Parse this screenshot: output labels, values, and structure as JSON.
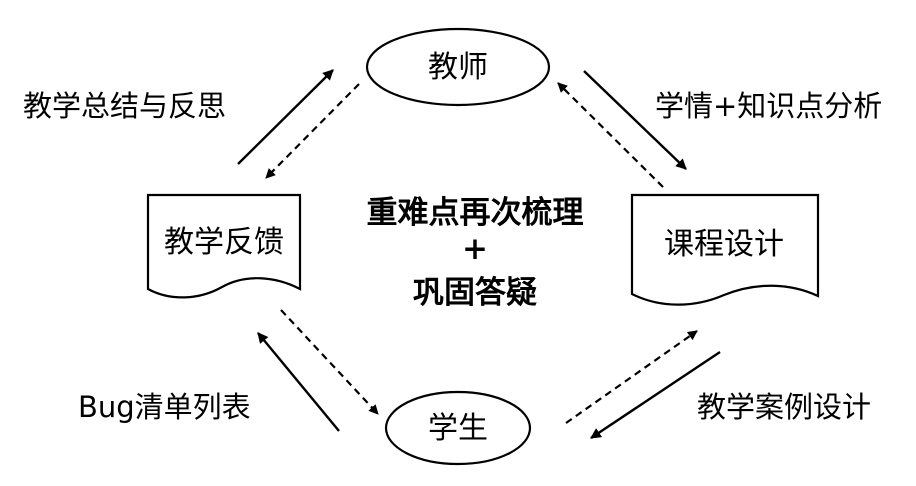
{
  "nodes": {
    "teacher": "教师",
    "student": "学生",
    "feedback": "教学反馈",
    "course_design": "课程设计"
  },
  "edges": {
    "summary_reflection": "教学总结与反思",
    "analysis": "学情+知识点分析",
    "bug_list": "Bug清单列表",
    "case_design": "教学案例设计"
  },
  "center": {
    "line1": "重难点再次梳理",
    "line2": "+",
    "line3": "巩固答疑"
  }
}
